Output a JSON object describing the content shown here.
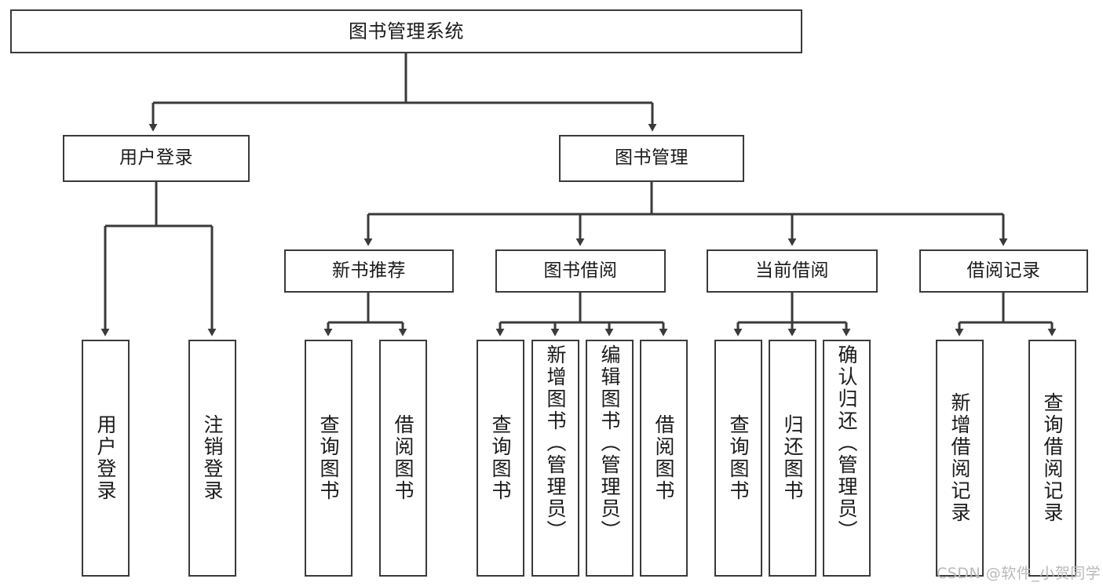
{
  "diagram": {
    "title": "图书管理系统",
    "watermark": "CSDN @软件_小贺同学",
    "line_color": "#3a3a3a",
    "box_fill": "#ffffff",
    "text_color": "#1a1a1a",
    "levels": {
      "root": {
        "label": "图书管理系统"
      },
      "level2": [
        {
          "label": "用户登录"
        },
        {
          "label": "图书管理"
        }
      ],
      "level3": [
        {
          "label": "新书推荐"
        },
        {
          "label": "图书借阅"
        },
        {
          "label": "当前借阅"
        },
        {
          "label": "借阅记录"
        }
      ],
      "leaves": {
        "user_login": [
          {
            "label": "用户登录"
          },
          {
            "label": "注销登录"
          }
        ],
        "new_book_recommend": [
          {
            "label": "查询图书"
          },
          {
            "label": "借阅图书"
          }
        ],
        "book_borrow": [
          {
            "label": "查询图书"
          },
          {
            "label": "新增图书（管理员）"
          },
          {
            "label": "编辑图书（管理员）"
          },
          {
            "label": "借阅图书"
          }
        ],
        "current_borrow": [
          {
            "label": "查询图书"
          },
          {
            "label": "归还图书"
          },
          {
            "label": "确认归还（管理员）"
          }
        ],
        "borrow_record": [
          {
            "label": "新增借阅记录"
          },
          {
            "label": "查询借阅记录"
          }
        ]
      }
    }
  },
  "chart_data": {
    "type": "tree-diagram",
    "title": "图书管理系统",
    "nodes": [
      {
        "id": "root",
        "label": "图书管理系统",
        "level": 0,
        "parent": null
      },
      {
        "id": "n-user-login",
        "label": "用户登录",
        "level": 1,
        "parent": "root"
      },
      {
        "id": "n-book-manage",
        "label": "图书管理",
        "level": 1,
        "parent": "root"
      },
      {
        "id": "n-new-book",
        "label": "新书推荐",
        "level": 2,
        "parent": "n-book-manage"
      },
      {
        "id": "n-book-borrow",
        "label": "图书借阅",
        "level": 2,
        "parent": "n-book-manage"
      },
      {
        "id": "n-current-borrow",
        "label": "当前借阅",
        "level": 2,
        "parent": "n-book-manage"
      },
      {
        "id": "n-borrow-record",
        "label": "借阅记录",
        "level": 2,
        "parent": "n-book-manage"
      },
      {
        "id": "l-user-login",
        "label": "用户登录",
        "level": 3,
        "parent": "n-user-login"
      },
      {
        "id": "l-logout",
        "label": "注销登录",
        "level": 3,
        "parent": "n-user-login"
      },
      {
        "id": "l-nb-query",
        "label": "查询图书",
        "level": 3,
        "parent": "n-new-book"
      },
      {
        "id": "l-nb-borrow",
        "label": "借阅图书",
        "level": 3,
        "parent": "n-new-book"
      },
      {
        "id": "l-bb-query",
        "label": "查询图书",
        "level": 3,
        "parent": "n-book-borrow"
      },
      {
        "id": "l-bb-add",
        "label": "新增图书（管理员）",
        "level": 3,
        "parent": "n-book-borrow"
      },
      {
        "id": "l-bb-edit",
        "label": "编辑图书（管理员）",
        "level": 3,
        "parent": "n-book-borrow"
      },
      {
        "id": "l-bb-borrow",
        "label": "借阅图书",
        "level": 3,
        "parent": "n-book-borrow"
      },
      {
        "id": "l-cb-query",
        "label": "查询图书",
        "level": 3,
        "parent": "n-current-borrow"
      },
      {
        "id": "l-cb-return",
        "label": "归还图书",
        "level": 3,
        "parent": "n-current-borrow"
      },
      {
        "id": "l-cb-confirm",
        "label": "确认归还（管理员）",
        "level": 3,
        "parent": "n-current-borrow"
      },
      {
        "id": "l-br-add",
        "label": "新增借阅记录",
        "level": 3,
        "parent": "n-borrow-record"
      },
      {
        "id": "l-br-query",
        "label": "查询借阅记录",
        "level": 3,
        "parent": "n-borrow-record"
      }
    ]
  }
}
